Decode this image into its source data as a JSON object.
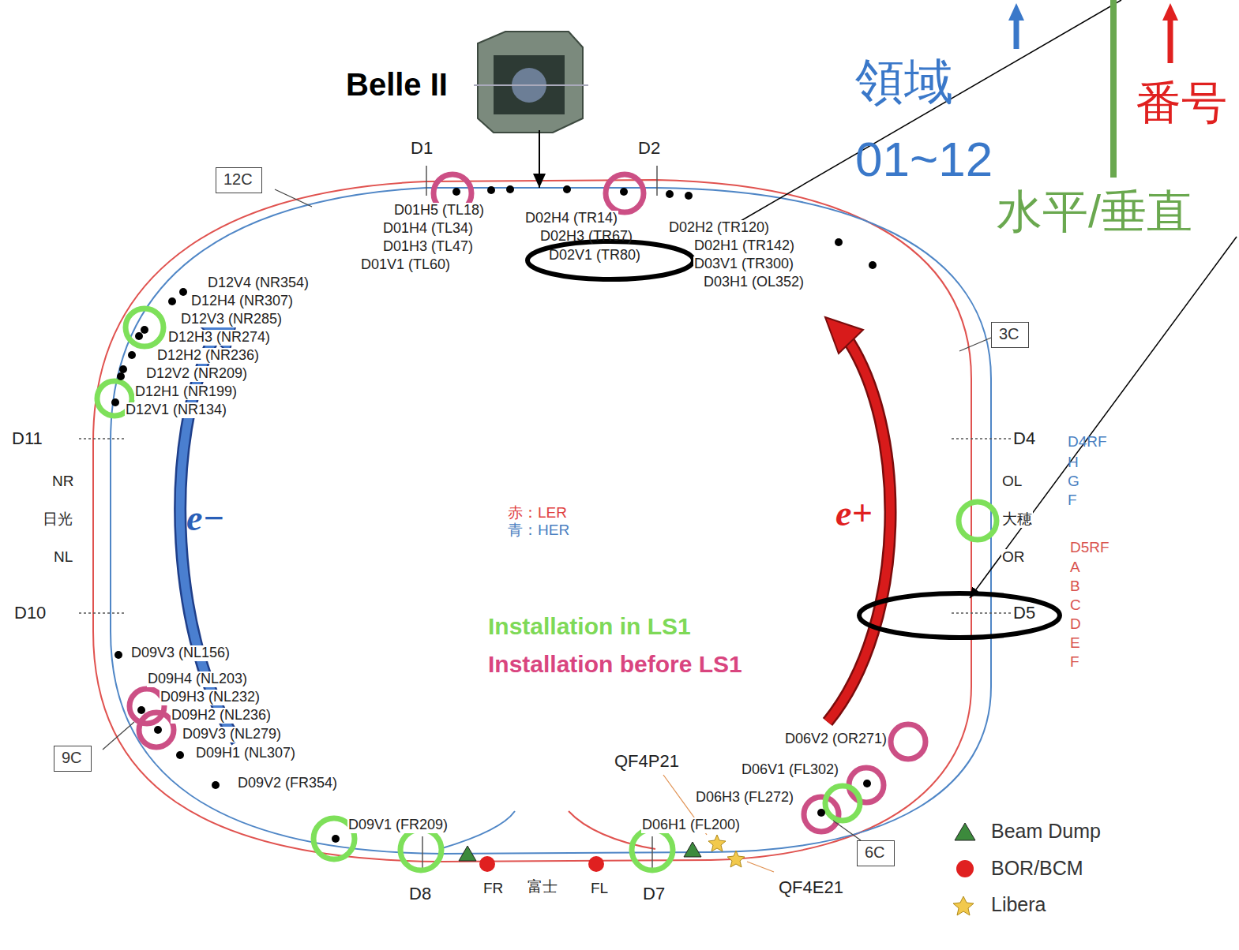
{
  "diagram": {
    "nodes": [
      {
        "text": [
          "12C"
        ]
      },
      {
        "text": [
          "3C"
        ]
      },
      {
        "text": [
          "9C"
        ]
      },
      {
        "text": [
          "6C"
        ]
      }
    ],
    "edges": [],
    "labels": [
      "Belle II",
      "領域",
      "01~12",
      "番号",
      "水平/垂直",
      "D1",
      "D2",
      "D4",
      "D5",
      "D7",
      "D8",
      "D10",
      "D11",
      "D4RF",
      "H",
      "G",
      "F",
      "D5RF",
      "A",
      "B",
      "C",
      "D",
      "E",
      "F",
      "OL",
      "大穂",
      "OR",
      "NR",
      "日光",
      "NL",
      "FR",
      "富士",
      "FL",
      "e−",
      "e+",
      "D01H5 (TL18)",
      "D01H4 (TL34)",
      "D01H3 (TL47)",
      "D01V1 (TL60)",
      "D02H4 (TR14)",
      "D02H3 (TR67)",
      "D02V1 (TR80)",
      "D02H2 (TR120)",
      "D02H1 (TR142)",
      "D03V1 (TR300)",
      "D03H1 (OL352)",
      "D12V4 (NR354)",
      "D12H4 (NR307)",
      "D12V3 (NR285)",
      "D12H3 (NR274)",
      "D12H2 (NR236)",
      "D12V2 (NR209)",
      "D12H1 (NR199)",
      "D12V1 (NR134)",
      "D09V3 (NL156)",
      "D09H4 (NL203)",
      "D09H3 (NL232)",
      "D09H2 (NL236)",
      "D09V3 (NL279)",
      "D09H1 (NL307)",
      "D09V2 (FR354)",
      "D09V1 (FR209)",
      "D06V2 (OR271)",
      "D06V1 (FL302)",
      "D06H3 (FL272)",
      "D06H1 (FL200)",
      "QF4P21",
      "QF4E21",
      "赤：LER",
      "青：HER",
      "Installation in LS1",
      "Installation before LS1"
    ],
    "legend": [
      {
        "text": "Beam Dump"
      },
      {
        "text": "BOR/BCM"
      },
      {
        "text": "Libera"
      }
    ]
  }
}
